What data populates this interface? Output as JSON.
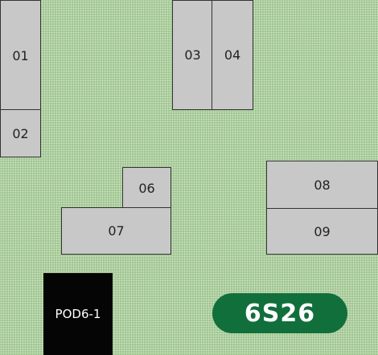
{
  "map": {
    "units": [
      {
        "id": "01",
        "label": "01"
      },
      {
        "id": "02",
        "label": "02"
      },
      {
        "id": "03",
        "label": "03"
      },
      {
        "id": "04",
        "label": "04"
      },
      {
        "id": "06",
        "label": "06"
      },
      {
        "id": "07",
        "label": "07"
      },
      {
        "id": "08",
        "label": "08"
      },
      {
        "id": "09",
        "label": "09"
      }
    ],
    "pod": {
      "label": "POD6-1"
    },
    "badge": {
      "label": "6S26",
      "color": "#116f3b"
    }
  },
  "colors": {
    "ground": "#a9cd9a",
    "unit_fill": "#c8c8c8",
    "unit_border": "#333333",
    "pod_fill": "#050505"
  }
}
